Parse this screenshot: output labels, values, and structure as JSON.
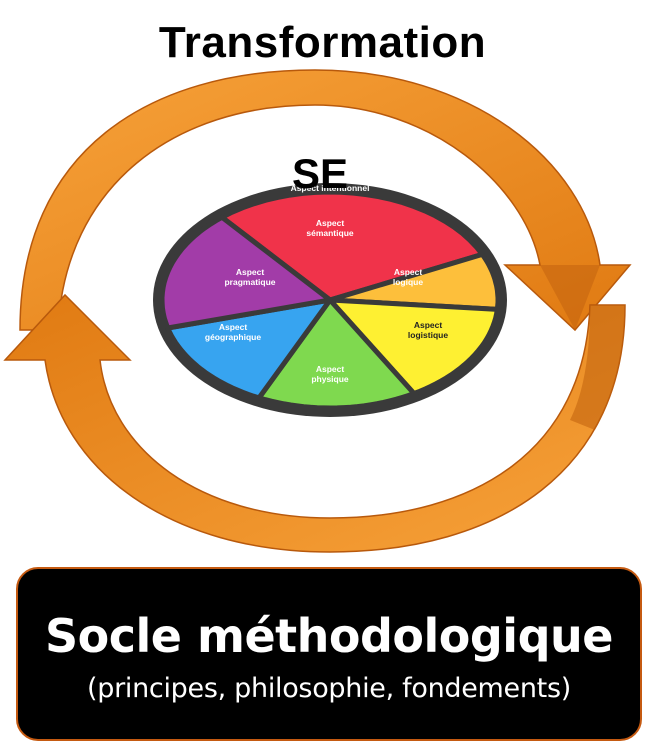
{
  "title": "Transformation",
  "center_label": "SE",
  "colors": {
    "arrow_light": "#f2901d",
    "arrow_dark": "#c0600d",
    "rim": "#3a3a3a",
    "box_background": "#000000",
    "box_border": "#c55a11"
  },
  "wheel": {
    "rim_label": "Aspect intentionnel",
    "segments": [
      {
        "line1": "Aspect",
        "line2": "sémantique",
        "color": "#f0334a"
      },
      {
        "line1": "Aspect",
        "line2": "logique",
        "color": "#fdbf3b"
      },
      {
        "line1": "Aspect",
        "line2": "logistique",
        "color": "#fef032"
      },
      {
        "line1": "Aspect",
        "line2": "physique",
        "color": "#7fd94f"
      },
      {
        "line1": "Aspect",
        "line2": "géographique",
        "color": "#37a4f0"
      },
      {
        "line1": "Aspect",
        "line2": "pragmatique",
        "color": "#a23ca8"
      }
    ]
  },
  "foundation": {
    "title": "Socle méthodologique",
    "subtitle": "(principes, philosophie, fondements)"
  }
}
